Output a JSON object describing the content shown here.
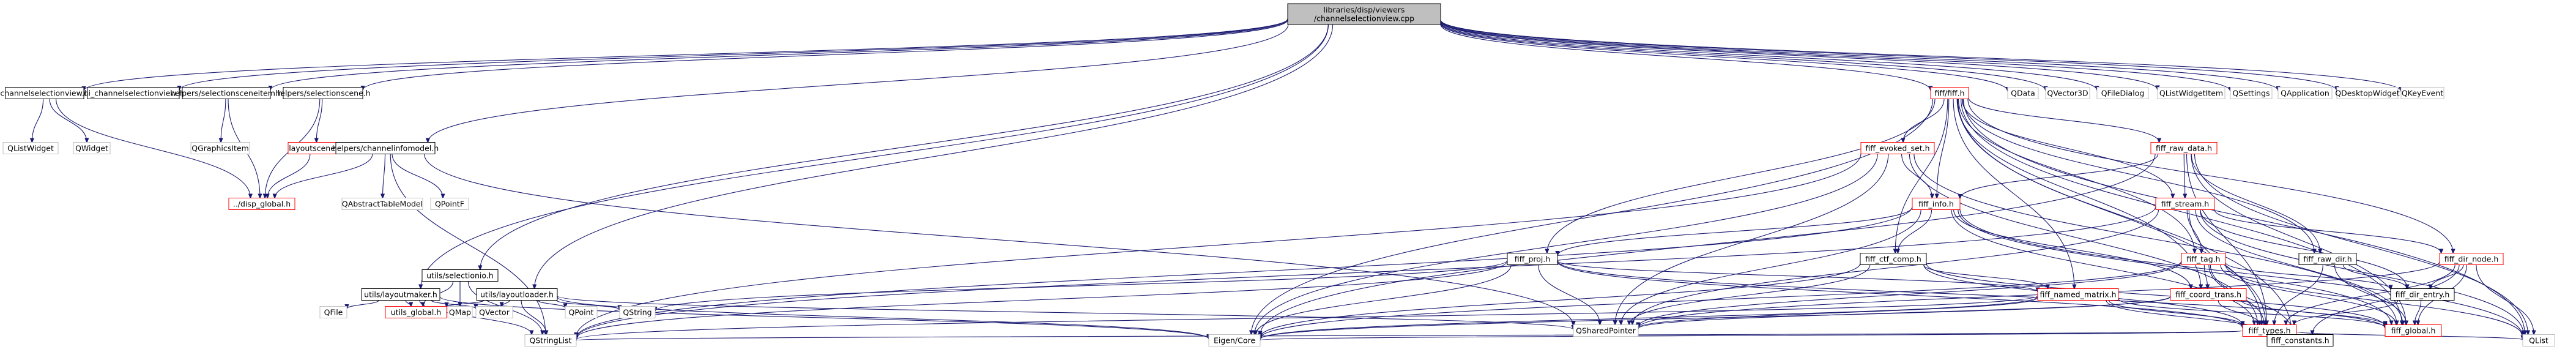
{
  "graph": {
    "kind": "include dependency graph",
    "edge_color": "#191970",
    "border_colors": {
      "default": "#000000",
      "external": "#bfbfbf",
      "local_missing": "#ff0000"
    },
    "root": {
      "id": "root",
      "lines": [
        "libraries/disp/viewers",
        "/channelselectionview.cpp"
      ]
    },
    "nodes": [
      {
        "id": "csv_h",
        "label": "channelselectionview.h"
      },
      {
        "id": "ui_csv",
        "label": "ui_channelselectionview.h"
      },
      {
        "id": "sel_item",
        "label": "helpers/selectionsceneitem.h"
      },
      {
        "id": "sel_scene",
        "label": "helpers/selectionscene.h"
      },
      {
        "id": "fiff_h",
        "label": "fiff/fiff.h"
      },
      {
        "id": "qdata",
        "label": "QData"
      },
      {
        "id": "qvector3d",
        "label": "QVector3D"
      },
      {
        "id": "qfiledialog",
        "label": "QFileDialog"
      },
      {
        "id": "qlistwidgetitem",
        "label": "QListWidgetItem"
      },
      {
        "id": "qsettings",
        "label": "QSettings"
      },
      {
        "id": "qapplication",
        "label": "QApplication"
      },
      {
        "id": "qdesktopwidget",
        "label": "QDesktopWidget"
      },
      {
        "id": "qkeyevent",
        "label": "QKeyEvent"
      },
      {
        "id": "qlistwidget",
        "label": "QListWidget"
      },
      {
        "id": "qwidget",
        "label": "QWidget"
      },
      {
        "id": "qgraphicsitem",
        "label": "QGraphicsItem"
      },
      {
        "id": "layoutscene",
        "label": "layoutscene.h"
      },
      {
        "id": "ch_info_model",
        "label": "helpers/channelinfomodel.h"
      },
      {
        "id": "disp_global",
        "label": "../disp_global.h"
      },
      {
        "id": "qabstracttablemodel",
        "label": "QAbstractTableModel"
      },
      {
        "id": "qpointf",
        "label": "QPointF"
      },
      {
        "id": "evoked_set",
        "label": "fiff_evoked_set.h"
      },
      {
        "id": "raw_data",
        "label": "fiff_raw_data.h"
      },
      {
        "id": "fiff_info",
        "label": "fiff_info.h"
      },
      {
        "id": "fiff_stream",
        "label": "fiff_stream.h"
      },
      {
        "id": "fiff_proj",
        "label": "fiff_proj.h"
      },
      {
        "id": "ctf_comp",
        "label": "fiff_ctf_comp.h"
      },
      {
        "id": "fiff_tag",
        "label": "fiff_tag.h"
      },
      {
        "id": "raw_dir",
        "label": "fiff_raw_dir.h"
      },
      {
        "id": "dir_node",
        "label": "fiff_dir_node.h"
      },
      {
        "id": "dir_entry",
        "label": "fiff_dir_entry.h"
      },
      {
        "id": "named_matrix",
        "label": "fiff_named_matrix.h"
      },
      {
        "id": "coord_trans",
        "label": "fiff_coord_trans.h"
      },
      {
        "id": "fiff_types",
        "label": "fiff_types.h"
      },
      {
        "id": "fiff_global",
        "label": "fiff_global.h"
      },
      {
        "id": "qsharedpointer",
        "label": "QSharedPointer"
      },
      {
        "id": "utils_selectionio",
        "label": "utils/selectionio.h"
      },
      {
        "id": "utils_layoutmaker",
        "label": "utils/layoutmaker.h"
      },
      {
        "id": "utils_layoutloader",
        "label": "utils/layoutloader.h"
      },
      {
        "id": "qmap",
        "label": "QMap"
      },
      {
        "id": "qfile",
        "label": "QFile"
      },
      {
        "id": "utils_global",
        "label": "utils_global.h"
      },
      {
        "id": "qvector",
        "label": "QVector"
      },
      {
        "id": "qpoint",
        "label": "QPoint"
      },
      {
        "id": "qstring",
        "label": "QString"
      },
      {
        "id": "qstringlist",
        "label": "QStringList"
      },
      {
        "id": "eigen_core",
        "label": "Eigen/Core"
      },
      {
        "id": "fiff_constants",
        "label": "fiff_constants.h"
      },
      {
        "id": "qlist",
        "label": "QList"
      }
    ]
  }
}
